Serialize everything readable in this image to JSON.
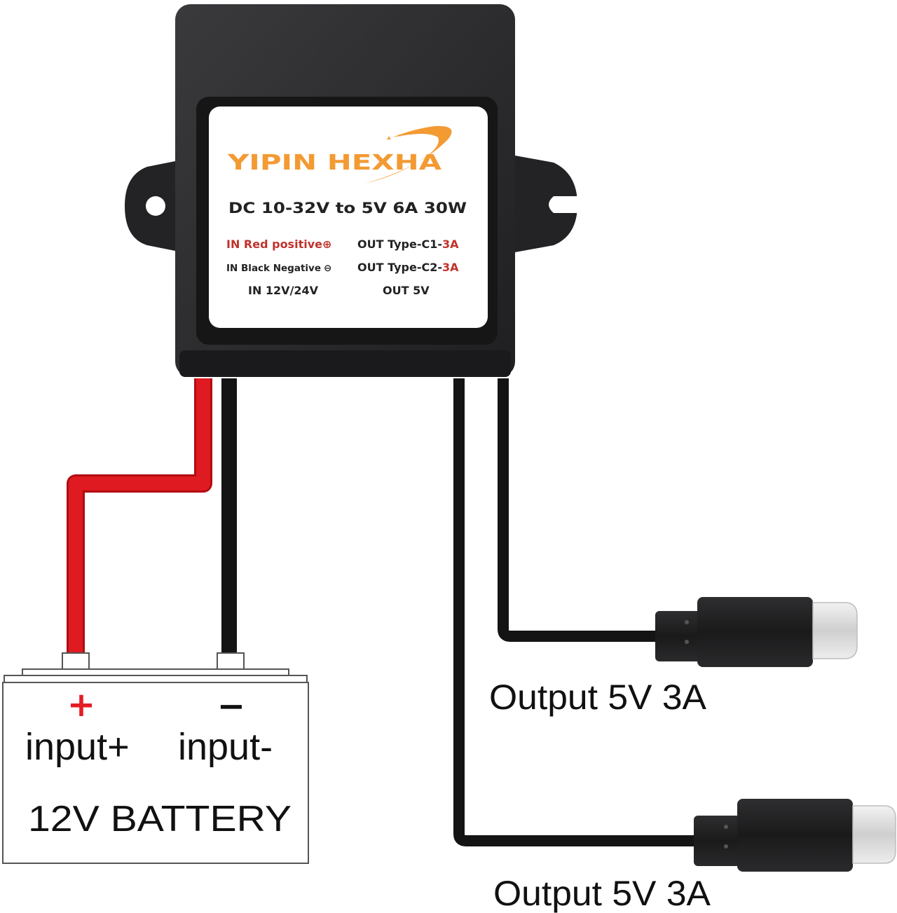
{
  "converter": {
    "brand": "YIPIN HEXHA",
    "spec": "DC 10-32V to 5V 6A 30W",
    "in_red_text": "IN Red positive",
    "in_red_symbol": "⊕",
    "in_black_text": "IN Black Negative",
    "in_black_symbol": "⊖",
    "out_c1_prefix": "OUT Type-C1-",
    "out_c1_current": "3A",
    "out_c2_prefix": "OUT Type-C2-",
    "out_c2_current": "3A",
    "in_voltage": "IN 12V/24V",
    "out_voltage": "OUT 5V"
  },
  "battery": {
    "plus_symbol": "+",
    "minus_symbol": "−",
    "input_plus": "input+",
    "input_minus": "input-",
    "name": "12V BATTERY"
  },
  "outputs": [
    {
      "label": "Output 5V 3A"
    },
    {
      "label": "Output 5V 3A"
    }
  ],
  "colors": {
    "case": "#2b2b2d",
    "sticker": "#ffffff",
    "brand_orange": "#f39a33",
    "label_red": "#c0322b",
    "red_wire": "#d9141b",
    "black_wire": "#141414",
    "plus_red": "#e31e24"
  }
}
